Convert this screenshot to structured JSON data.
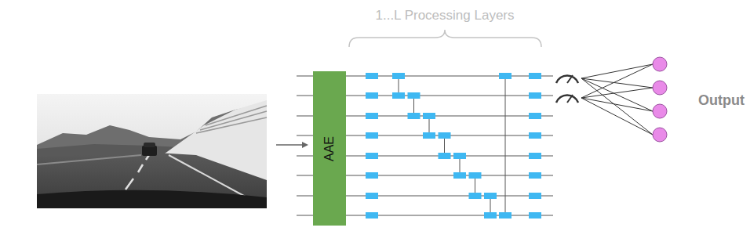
{
  "diagram": {
    "nodes": [
      {
        "text": [
          "AAE"
        ]
      }
    ],
    "labels": [
      "1...L Processing Layers",
      "Output"
    ]
  }
}
